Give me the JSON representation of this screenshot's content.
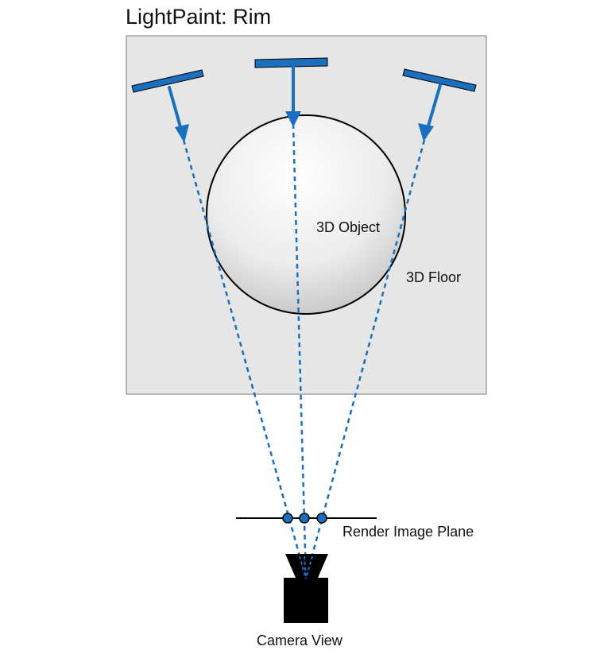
{
  "title": "LightPaint: Rim",
  "labels": {
    "object": "3D Object",
    "floor": "3D Floor",
    "image_plane": "Render Image Plane",
    "camera": "Camera View"
  },
  "colors": {
    "accent": "#1b6fbf",
    "floor_fill": "#e6e6e6",
    "outline": "#000000"
  }
}
